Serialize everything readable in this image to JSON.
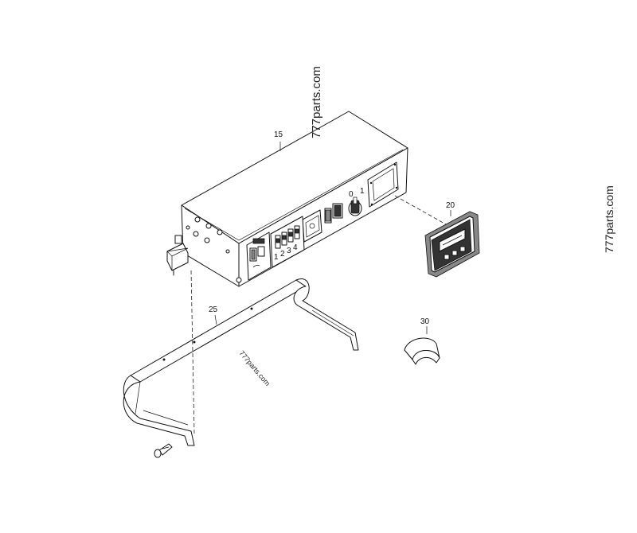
{
  "diagram": {
    "parts": [
      {
        "id": "part-15",
        "label": "15"
      },
      {
        "id": "part-20",
        "label": "20"
      },
      {
        "id": "part-25",
        "label": "25"
      },
      {
        "id": "part-30",
        "label": "30"
      }
    ],
    "watermarks": [
      {
        "text": "777parts.com"
      },
      {
        "text": "777parts.com"
      },
      {
        "text": "777parts.com"
      }
    ],
    "panel_text": {
      "switch_mark_0": "0",
      "switch_mark_1": "1",
      "fuse_numbers": [
        "1",
        "2",
        "3",
        "4"
      ]
    }
  }
}
